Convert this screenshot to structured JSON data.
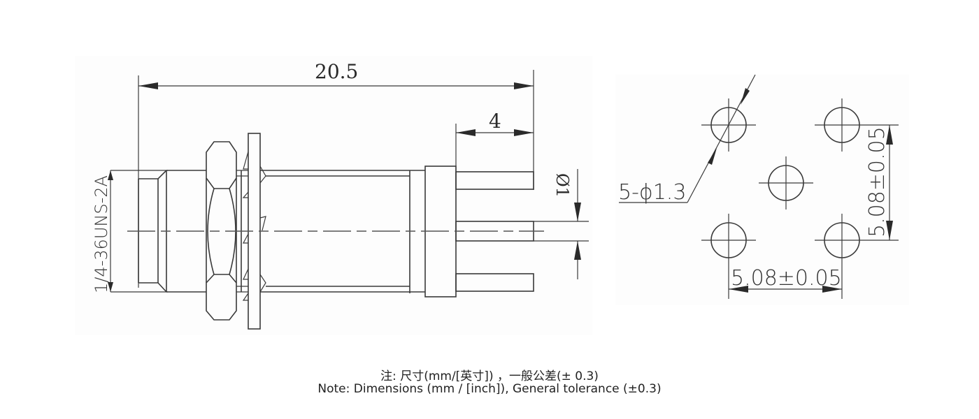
{
  "drawing": {
    "side_view": {
      "overall_length": "20.5",
      "pin_length": "4",
      "pin_diameter": "Ø1",
      "thread_spec": "1/4-36UNS-2A"
    },
    "footprint": {
      "hole_callout": "5-ϕ1.3",
      "horizontal_pitch": "5.08±0.05",
      "vertical_pitch": "5.08±0.05",
      "hole_count": 5
    }
  },
  "notes": {
    "chinese": "注: 尺寸(mm/[英寸]) ，一般公差(± 0.3)",
    "english": "Note: Dimensions (mm / [inch]), General tolerance (±0.3)"
  },
  "colors": {
    "line": "#3a3a3a",
    "background": "#ffffff"
  }
}
